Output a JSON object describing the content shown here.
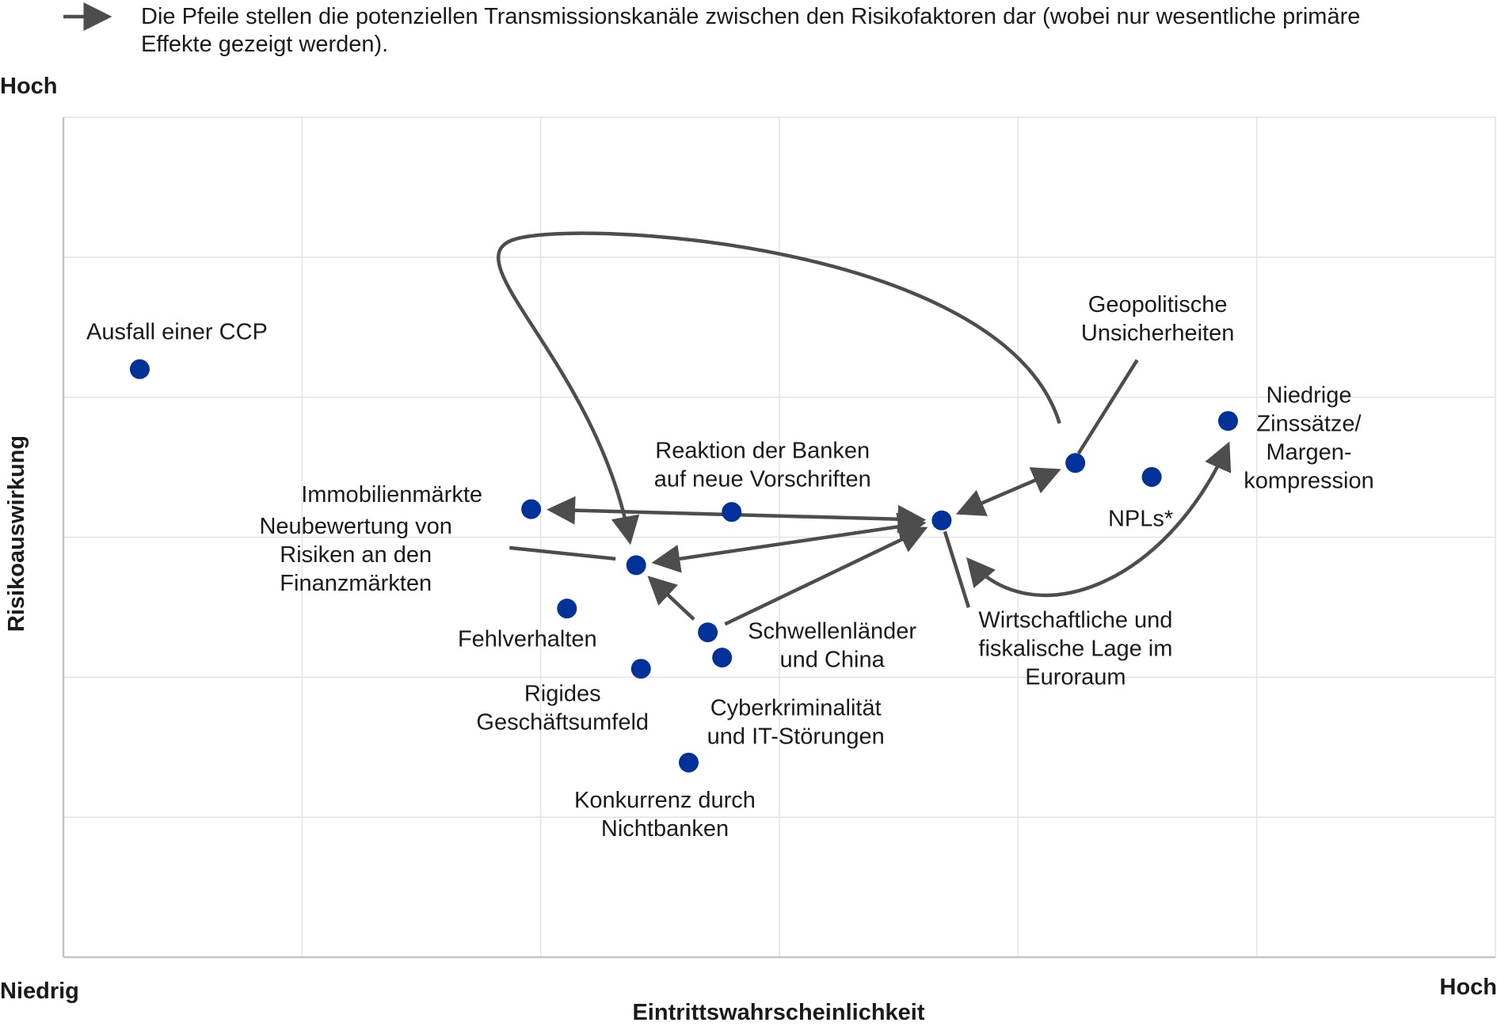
{
  "legend": {
    "line1": "Die Pfeile stellen die potenziellen Transmissionskanäle zwischen den Risikofaktoren dar (wobei nur wesentliche primäre",
    "line2": "Effekte gezeigt werden).",
    "arrow_color": "#4d4d4d"
  },
  "axes": {
    "y_high": "Hoch",
    "y_title": "Risikoauswirkung",
    "x_low": "Niedrig",
    "x_high": "Hoch",
    "x_title": "Eintrittswahrscheinlichkeit"
  },
  "chart_data": {
    "type": "scatter",
    "xlim": [
      0,
      6
    ],
    "ylim": [
      0,
      6
    ],
    "grid": true,
    "marker_color": "#003299",
    "arrow_color": "#4d4d4d",
    "points": [
      {
        "id": "ccp",
        "x": 0.32,
        "y": 4.2,
        "label": [
          "Ausfall einer CCP"
        ]
      },
      {
        "id": "immo",
        "x": 1.96,
        "y": 3.2,
        "label": [
          "Immobilienmärkte"
        ]
      },
      {
        "id": "reaktion",
        "x": 2.8,
        "y": 3.18,
        "label": [
          "Reaktion der Banken",
          "auf neue Vorschriften"
        ]
      },
      {
        "id": "euro",
        "x": 3.68,
        "y": 3.12,
        "label": [
          "Wirtschaftliche und",
          "fiskalische Lage im",
          "Euroraum"
        ]
      },
      {
        "id": "geo",
        "x": 4.24,
        "y": 3.53,
        "label": [
          "Geopolitische",
          "Unsicherheiten"
        ]
      },
      {
        "id": "npl",
        "x": 4.56,
        "y": 3.43,
        "label": [
          "NPLs*"
        ]
      },
      {
        "id": "zins",
        "x": 4.88,
        "y": 3.83,
        "label": [
          "Niedrige",
          "Zinssätze/",
          "Margen-",
          "kompression"
        ]
      },
      {
        "id": "neubew",
        "x": 2.4,
        "y": 2.8,
        "label": [
          "Neubewertung von",
          "Risiken an den",
          "Finanzmärkten"
        ]
      },
      {
        "id": "fehl",
        "x": 2.11,
        "y": 2.49,
        "label": [
          "Fehlverhalten"
        ]
      },
      {
        "id": "schwell",
        "x": 2.7,
        "y": 2.32,
        "label": [
          "Schwellenländer",
          "und China"
        ]
      },
      {
        "id": "cyber",
        "x": 2.76,
        "y": 2.14,
        "label": [
          "Cyberkriminalität",
          "und IT-Störungen"
        ]
      },
      {
        "id": "rigid",
        "x": 2.42,
        "y": 2.06,
        "label": [
          "Rigides",
          "Geschäftsumfeld"
        ]
      },
      {
        "id": "konk",
        "x": 2.62,
        "y": 1.39,
        "label": [
          "Konkurrenz durch",
          "Nichtbanken"
        ]
      }
    ],
    "arrows": [
      {
        "from": "euro",
        "to": "immo",
        "type": "double"
      },
      {
        "from": "euro",
        "to": "geo",
        "type": "double"
      },
      {
        "from": "euro",
        "to": "zins",
        "type": "double"
      },
      {
        "from": "geo",
        "to": "neubew",
        "type": "single"
      },
      {
        "from": "neubew",
        "to": "euro",
        "type": "double"
      },
      {
        "from": "schwell",
        "to": "euro",
        "type": "single"
      },
      {
        "from": "schwell",
        "to": "neubew",
        "type": "single"
      }
    ]
  }
}
